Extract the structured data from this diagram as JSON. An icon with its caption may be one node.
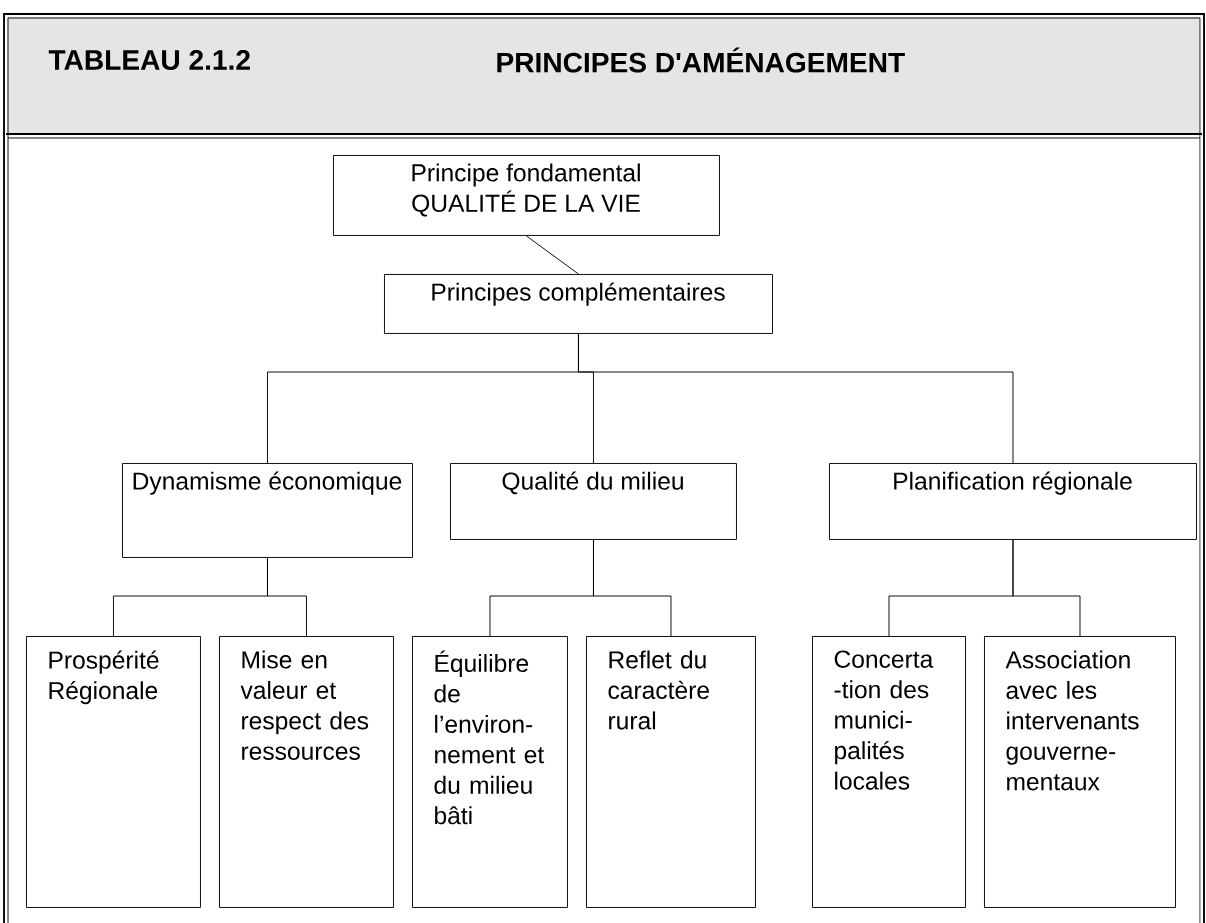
{
  "diagram": {
    "title": "PRINCIPES D'AMÉNAGEMENT",
    "labels": [
      "TABLEAU 2.1.2"
    ],
    "nodes": [
      {
        "text": [
          "Principe fondamental",
          "QUALITÉ DE LA VIE"
        ]
      },
      {
        "text": [
          "Principes complémentaires"
        ]
      },
      {
        "text": [
          "Dynamisme économique"
        ]
      },
      {
        "text": [
          "Qualité du milieu"
        ]
      },
      {
        "text": [
          "Planification régionale"
        ]
      },
      {
        "text": [
          "Prospérité Régionale"
        ]
      },
      {
        "text": [
          "Mise en valeur et respect des ressources"
        ]
      },
      {
        "text": [
          "Équilibre de l’environ- nement et du milieu bâti"
        ]
      },
      {
        "text": [
          "Reflet du caractère rural"
        ]
      },
      {
        "text": [
          "Concerta -tion des munici- palités locales"
        ]
      },
      {
        "text": [
          "Association avec les intervenants gouverne- mentaux"
        ]
      }
    ],
    "edges": [
      {
        "from": 0,
        "to": 1,
        "arrow": "none"
      },
      {
        "from": 1,
        "to": 2,
        "arrow": "none"
      },
      {
        "from": 1,
        "to": 3,
        "arrow": "none"
      },
      {
        "from": 1,
        "to": 4,
        "arrow": "none"
      },
      {
        "from": 2,
        "to": 5,
        "arrow": "none"
      },
      {
        "from": 2,
        "to": 6,
        "arrow": "none"
      },
      {
        "from": 3,
        "to": 7,
        "arrow": "none"
      },
      {
        "from": 3,
        "to": 8,
        "arrow": "none"
      },
      {
        "from": 4,
        "to": 9,
        "arrow": "none"
      },
      {
        "from": 4,
        "to": 10,
        "arrow": "none"
      }
    ]
  }
}
